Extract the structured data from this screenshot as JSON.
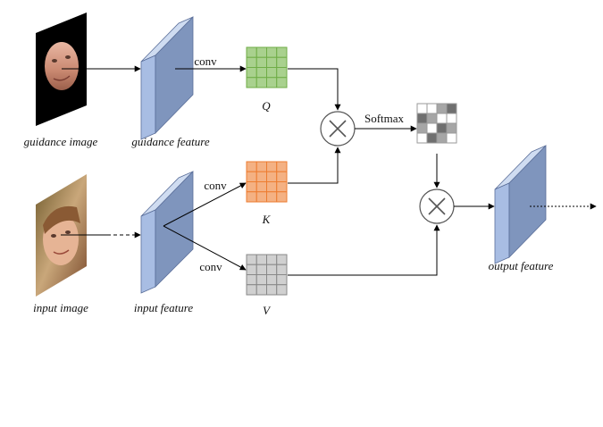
{
  "labels": {
    "guidance_image": "guidance image",
    "guidance_feature": "guidance feature",
    "input_image": "input image",
    "input_feature": "input feature",
    "output_feature": "output feature",
    "conv_q": "conv",
    "conv_k": "conv",
    "conv_v": "conv",
    "softmax": "Softmax",
    "q": "Q",
    "k": "K",
    "v": "V"
  },
  "operators": {
    "multiply_symbol": "×"
  },
  "colors": {
    "feature_front": "#7f95bd",
    "feature_side": "#bdcdea",
    "q_fill": "#a9d18e",
    "q_line": "#70ad47",
    "k_fill": "#f4b183",
    "k_line": "#ed7d31",
    "v_fill": "#d0d0d0",
    "v_line": "#888888",
    "softmax_dark": "#6f6f6f",
    "softmax_mid": "#a6a6a6",
    "softmax_light": "#ffffff"
  },
  "softmax_grid": [
    [
      3,
      3,
      2,
      1
    ],
    [
      1,
      2,
      3,
      3
    ],
    [
      2,
      3,
      1,
      2
    ],
    [
      3,
      1,
      2,
      3
    ]
  ]
}
